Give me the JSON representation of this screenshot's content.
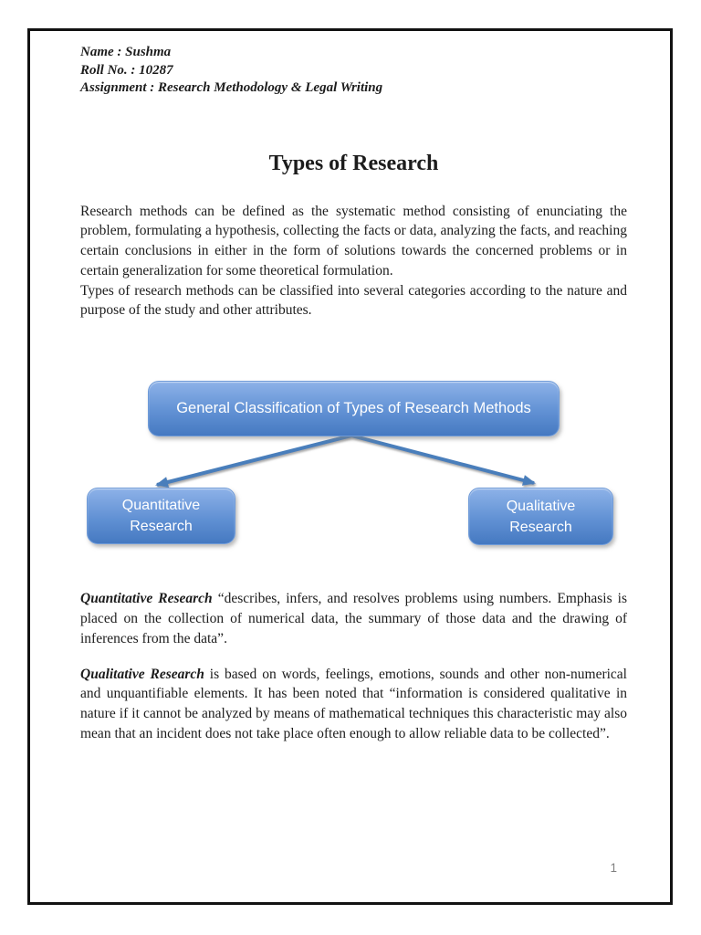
{
  "header": {
    "lines": [
      "Name : Sushma",
      "Roll No. : 10287",
      "Assignment : Research Methodology & Legal Writing"
    ]
  },
  "title": "Types of Research",
  "intro": {
    "para1": "Research methods can be defined as the systematic method consisting of enunciating the problem, formulating a hypothesis, collecting the facts or data, analyzing the facts, and reaching certain conclusions in either in the form of solutions towards the concerned problems or in certain generalization for some theoretical formulation.",
    "para2": "Types of research methods can be classified into several categories according to the nature and purpose of the study and other attributes."
  },
  "diagram": {
    "root_box": {
      "label": "General Classification of Types of Research Methods"
    },
    "left_box": {
      "lines": [
        "Quantitative",
        "Research"
      ]
    },
    "right_box": {
      "lines": [
        "Qualitative",
        "Research"
      ]
    }
  },
  "definitions": [
    {
      "lead": "Quantitative Research",
      "text": " “describes, infers, and resolves problems using numbers. Emphasis is placed on the collection of numerical data, the summary of those data and the drawing of inferences from the data”."
    },
    {
      "lead": "Qualitative Research",
      "text": " is based on words, feelings, emotions, sounds and other non-numerical and unquantifiable elements. It has been noted that “information is considered qualitative in nature if it cannot be analyzed by means of mathematical techniques this characteristic may also mean that an incident does not take place often enough to allow reliable data to be collected”."
    }
  ],
  "page": {
    "number": "1"
  },
  "theme": {
    "arrow-color": "#4a7ebb",
    "box-gradient-top": "#8db2e8",
    "box-gradient-mid": "#6191d4",
    "box-gradient-bottom": "#4579c1",
    "box-border": "#6e9ad8",
    "box-text-color": "#ffffff",
    "page-border-color": "#121212",
    "body-text-color": "#1c1c1c",
    "page-number-color": "#808080"
  }
}
